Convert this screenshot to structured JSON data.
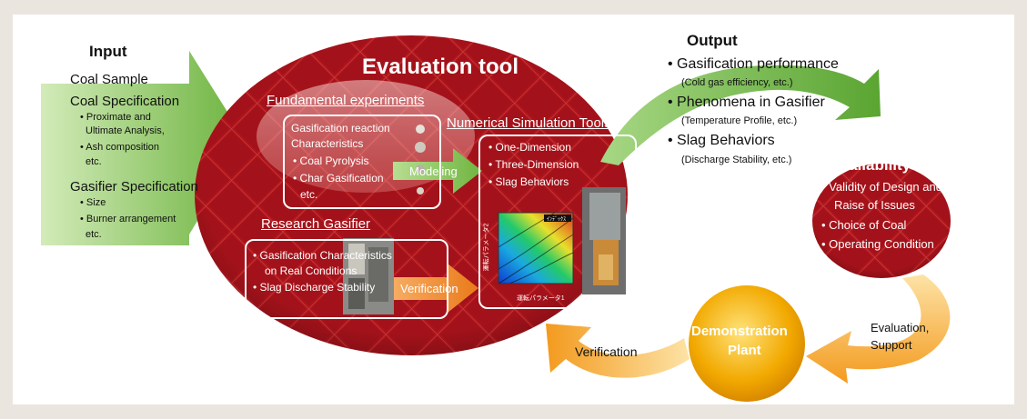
{
  "input": {
    "heading": "Input",
    "coal_sample": "Coal Sample",
    "coal_spec": "Coal Specification",
    "coal_spec_items": [
      "• Proximate and",
      "Ultimate Analysis,",
      "• Ash composition",
      "etc."
    ],
    "gasifier_spec": "Gasifier Specification",
    "gasifier_spec_items": [
      "• Size",
      "• Burner arrangement",
      "etc."
    ]
  },
  "evaluation_tool": {
    "title": "Evaluation tool",
    "fundamental": {
      "heading": "Fundamental experiments",
      "items": [
        "Gasification reaction",
        "Characteristics",
        "• Coal Pyrolysis",
        "• Char Gasification",
        "etc."
      ]
    },
    "numerical": {
      "heading": "Numerical Simulation Tools",
      "items": [
        "• One-Dimension",
        "• Three-Dimension",
        "• Slag Behaviors"
      ],
      "contour_yaxis": "運転パラメータ2",
      "contour_xaxis": "運転パラメータ1",
      "contour_legend": "ｲﾝﾃﾞｯｸｽ"
    },
    "modeling_label": "Modeling",
    "research": {
      "heading": "Research Gasifier",
      "items": [
        "• Gasification Characteristics",
        "on Real Conditions",
        "• Slag Discharge Stability"
      ]
    },
    "verification_label": "Verification"
  },
  "output": {
    "heading": "Output",
    "items": [
      {
        "title": "• Gasification performance",
        "sub": "(Cold gas efficiency, etc.)"
      },
      {
        "title": "• Phenomena in Gasifier",
        "sub": "(Temperature Profile, etc.)"
      },
      {
        "title": "• Slag Behaviors",
        "sub": "(Discharge Stability, etc.)"
      }
    ]
  },
  "availability": {
    "title": "Availability",
    "items": [
      "• Validity of Design and",
      "Raise of Issues",
      "• Choice of Coal",
      "• Operating Condition"
    ]
  },
  "demo": {
    "line1": "Demonstration",
    "line2": "Plant"
  },
  "arrows": {
    "evaluation_support": [
      "Evaluation,",
      "Support"
    ],
    "verification": "Verification"
  },
  "colors": {
    "red": "#b0141c",
    "green": "#7cc04a",
    "orange": "#f08a24",
    "gold": "#f4b000"
  }
}
